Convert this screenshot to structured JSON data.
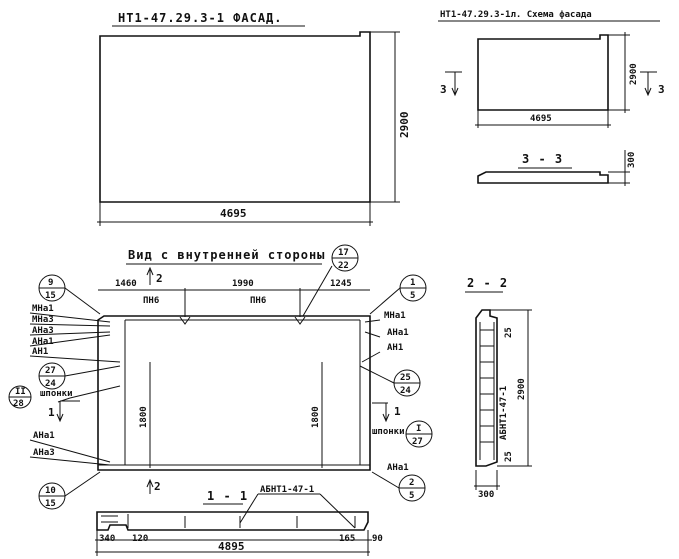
{
  "facade": {
    "title": "НТ1-47.29.3-1   ФАСАД.",
    "height_dim": "2900",
    "width_dim": "4695"
  },
  "scheme": {
    "title": "НТ1-47.29.3-1л. Схема фасада",
    "height_dim": "2900",
    "width_dim": "4695",
    "cut_left": "3",
    "cut_right": "3"
  },
  "section_3_3": {
    "title": "3 - 3",
    "dim": "300"
  },
  "inner_view": {
    "title": "Вид с внутренней стороны",
    "cut_2_top": "2",
    "cut_2_bottom": "2",
    "cut_1_left": "1",
    "cut_1_right": "1",
    "dims": {
      "d1460": "1460",
      "d1990": "1990",
      "d1245": "1245",
      "h_left": "1800",
      "h_right": "1800"
    },
    "pn_left": "ПН6",
    "pn_right": "ПН6",
    "left_labels": [
      "МНа1",
      "МНа3",
      "АНа3",
      "АНа1",
      "АН1"
    ],
    "left_bottom_labels": [
      "АНа1",
      "АНа3"
    ],
    "right_labels": [
      "МНа1",
      "АНа1",
      "АН1"
    ],
    "right_bottom_label": "АНа1",
    "keys_left": "шпонки",
    "keys_right": "шпонки",
    "callouts": [
      {
        "top": "9",
        "bottom": "15"
      },
      {
        "top": "27",
        "bottom": "24"
      },
      {
        "top": "II",
        "bottom": "28"
      },
      {
        "top": "10",
        "bottom": "15"
      },
      {
        "top": "17",
        "bottom": "22"
      },
      {
        "top": "1",
        "bottom": "5"
      },
      {
        "top": "25",
        "bottom": "24"
      },
      {
        "top": "I",
        "bottom": "27"
      },
      {
        "top": "2",
        "bottom": "5"
      }
    ]
  },
  "section_2_2": {
    "title": "2 - 2",
    "height_dim": "2900",
    "top_dim": "25",
    "bottom_dim": "25",
    "mark": "АБНТ1-47-1",
    "width_dim": "300"
  },
  "section_1_1": {
    "title": "1 - 1",
    "mark": "АБНТ1-47-1",
    "d340": "340",
    "d120": "120",
    "d165": "165",
    "d90": "90",
    "total": "4895"
  }
}
